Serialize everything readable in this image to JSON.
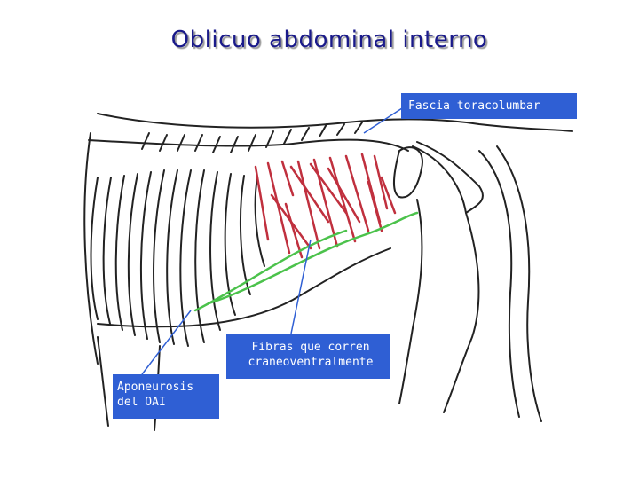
{
  "title": "Oblicuo abdominal interno",
  "labels": {
    "fascia": "Fascia toracolumbar",
    "fibras_line1": "Fibras que corren",
    "fibras_line2": "craneoventralmente",
    "apo_line1": "Aponeurosis",
    "apo_line2": "del OAI"
  },
  "colors": {
    "title": "#1a1a8a",
    "label_bg": "#2f5fd4",
    "muscle_fibers": "#c0303e",
    "aponeurosis": "#4bc24b",
    "outline": "#222222"
  }
}
